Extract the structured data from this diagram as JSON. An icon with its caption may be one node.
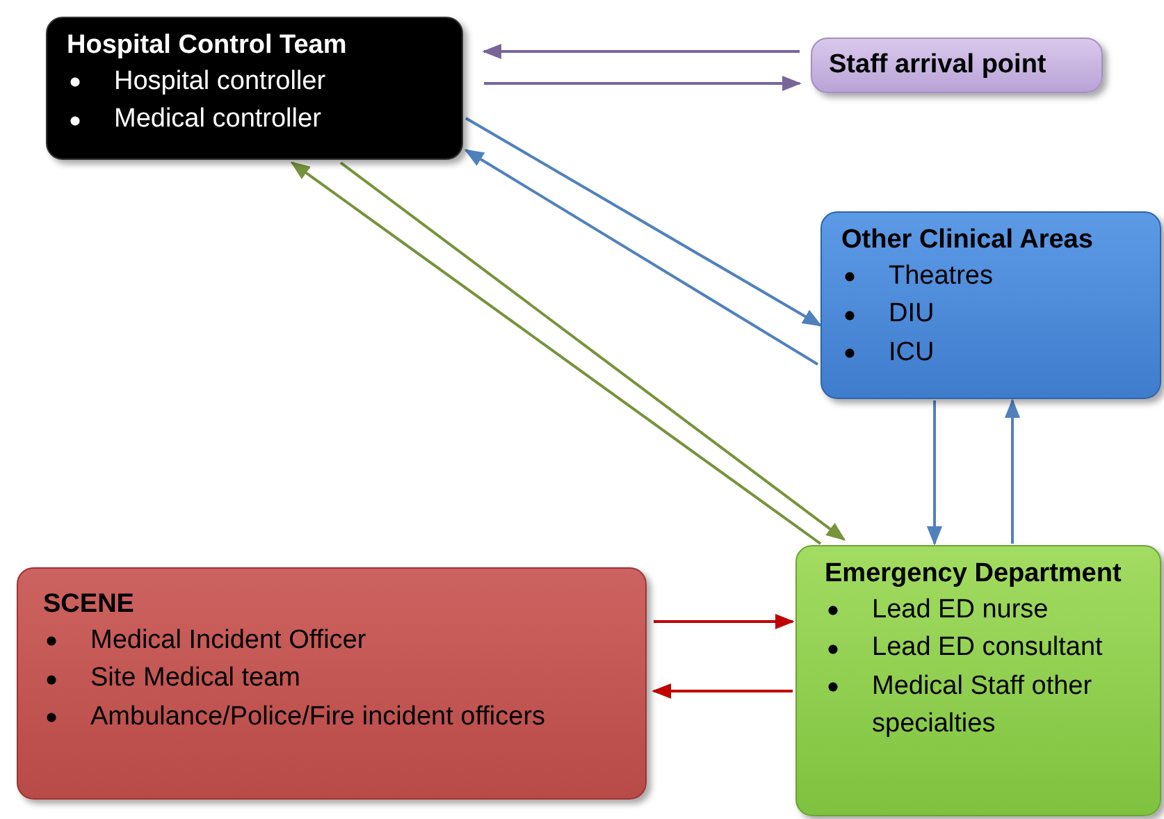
{
  "diagram": {
    "nodes": [
      {
        "text": [
          "Hospital Control Team",
          "Hospital controller",
          "Medical controller"
        ]
      },
      {
        "text": [
          "Staff arrival point"
        ]
      },
      {
        "text": [
          "Other Clinical Areas",
          "Theatres",
          "DIU",
          "ICU"
        ]
      },
      {
        "text": [
          "Emergency Department",
          "Lead ED nurse",
          "Lead ED consultant",
          "Medical Staff other specialties"
        ]
      },
      {
        "text": [
          "SCENE",
          "Medical Incident Officer",
          "Site Medical team",
          "Ambulance/Police/Fire incident officers"
        ]
      }
    ],
    "edges": [
      {
        "from": 1,
        "to": 0,
        "arrow": "to",
        "color": "#7a659a"
      },
      {
        "from": 0,
        "to": 1,
        "arrow": "to",
        "color": "#7a659a"
      },
      {
        "from": 0,
        "to": 2,
        "arrow": "to",
        "color": "#4f81bd"
      },
      {
        "from": 2,
        "to": 0,
        "arrow": "to",
        "color": "#4f81bd"
      },
      {
        "from": 3,
        "to": 0,
        "arrow": "to",
        "color": "#77933c"
      },
      {
        "from": 0,
        "to": 3,
        "arrow": "to",
        "color": "#77933c"
      },
      {
        "from": 2,
        "to": 3,
        "arrow": "to",
        "color": "#4f81bd"
      },
      {
        "from": 3,
        "to": 2,
        "arrow": "to",
        "color": "#4f81bd"
      },
      {
        "from": 4,
        "to": 3,
        "arrow": "to",
        "color": "#c00000"
      },
      {
        "from": 3,
        "to": 4,
        "arrow": "to",
        "color": "#c00000"
      }
    ]
  }
}
